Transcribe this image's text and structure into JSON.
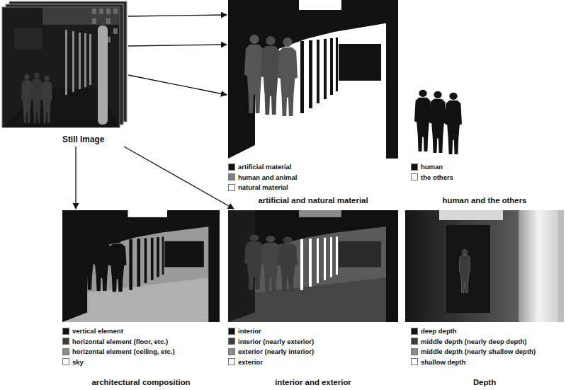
{
  "diagram": {
    "nodes": [
      {
        "text": [
          "Still Image"
        ]
      },
      {
        "text": [
          "artificial and natural material"
        ]
      },
      {
        "text": [
          "human and the others"
        ]
      },
      {
        "text": [
          "architectural composition"
        ]
      },
      {
        "text": [
          "interior and exterior"
        ]
      },
      {
        "text": [
          "Depth"
        ]
      }
    ],
    "edges": [
      {
        "from": 0,
        "to": 1,
        "arrow": "to"
      },
      {
        "from": 0,
        "to": 1,
        "arrow": "to"
      },
      {
        "from": 0,
        "to": 1,
        "arrow": "to"
      },
      {
        "from": 0,
        "to": 3,
        "arrow": "to"
      },
      {
        "from": 0,
        "to": 4,
        "arrow": "to"
      }
    ],
    "legend": [
      {
        "text": "artificial material",
        "color": "#111111"
      },
      {
        "text": "human and animal",
        "color": "#7f7f7f"
      },
      {
        "text": "natural material",
        "color": "#ffffff"
      },
      {
        "text": "human",
        "color": "#111111"
      },
      {
        "text": "the others",
        "color": "#ffffff"
      },
      {
        "text": "vertical element",
        "color": "#111111"
      },
      {
        "text": "horizontal element (floor, etc.)",
        "color": "#3c3c3c"
      },
      {
        "text": "horizontal element (ceiling, etc.)",
        "color": "#8a8a8a"
      },
      {
        "text": "sky",
        "color": "#ffffff"
      },
      {
        "text": "interior",
        "color": "#111111"
      },
      {
        "text": "interior (nearly exterior)",
        "color": "#3c3c3c"
      },
      {
        "text": "exterior (nearly interior)",
        "color": "#8a8a8a"
      },
      {
        "text": "exterior",
        "color": "#ffffff"
      },
      {
        "text": "deep depth",
        "color": "#111111"
      },
      {
        "text": "middle depth (nearly deep depth)",
        "color": "#3c3c3c"
      },
      {
        "text": "middle depth (nearly shallow depth)",
        "color": "#8a8a8a"
      },
      {
        "text": "shallow depth",
        "color": "#ffffff"
      }
    ]
  }
}
